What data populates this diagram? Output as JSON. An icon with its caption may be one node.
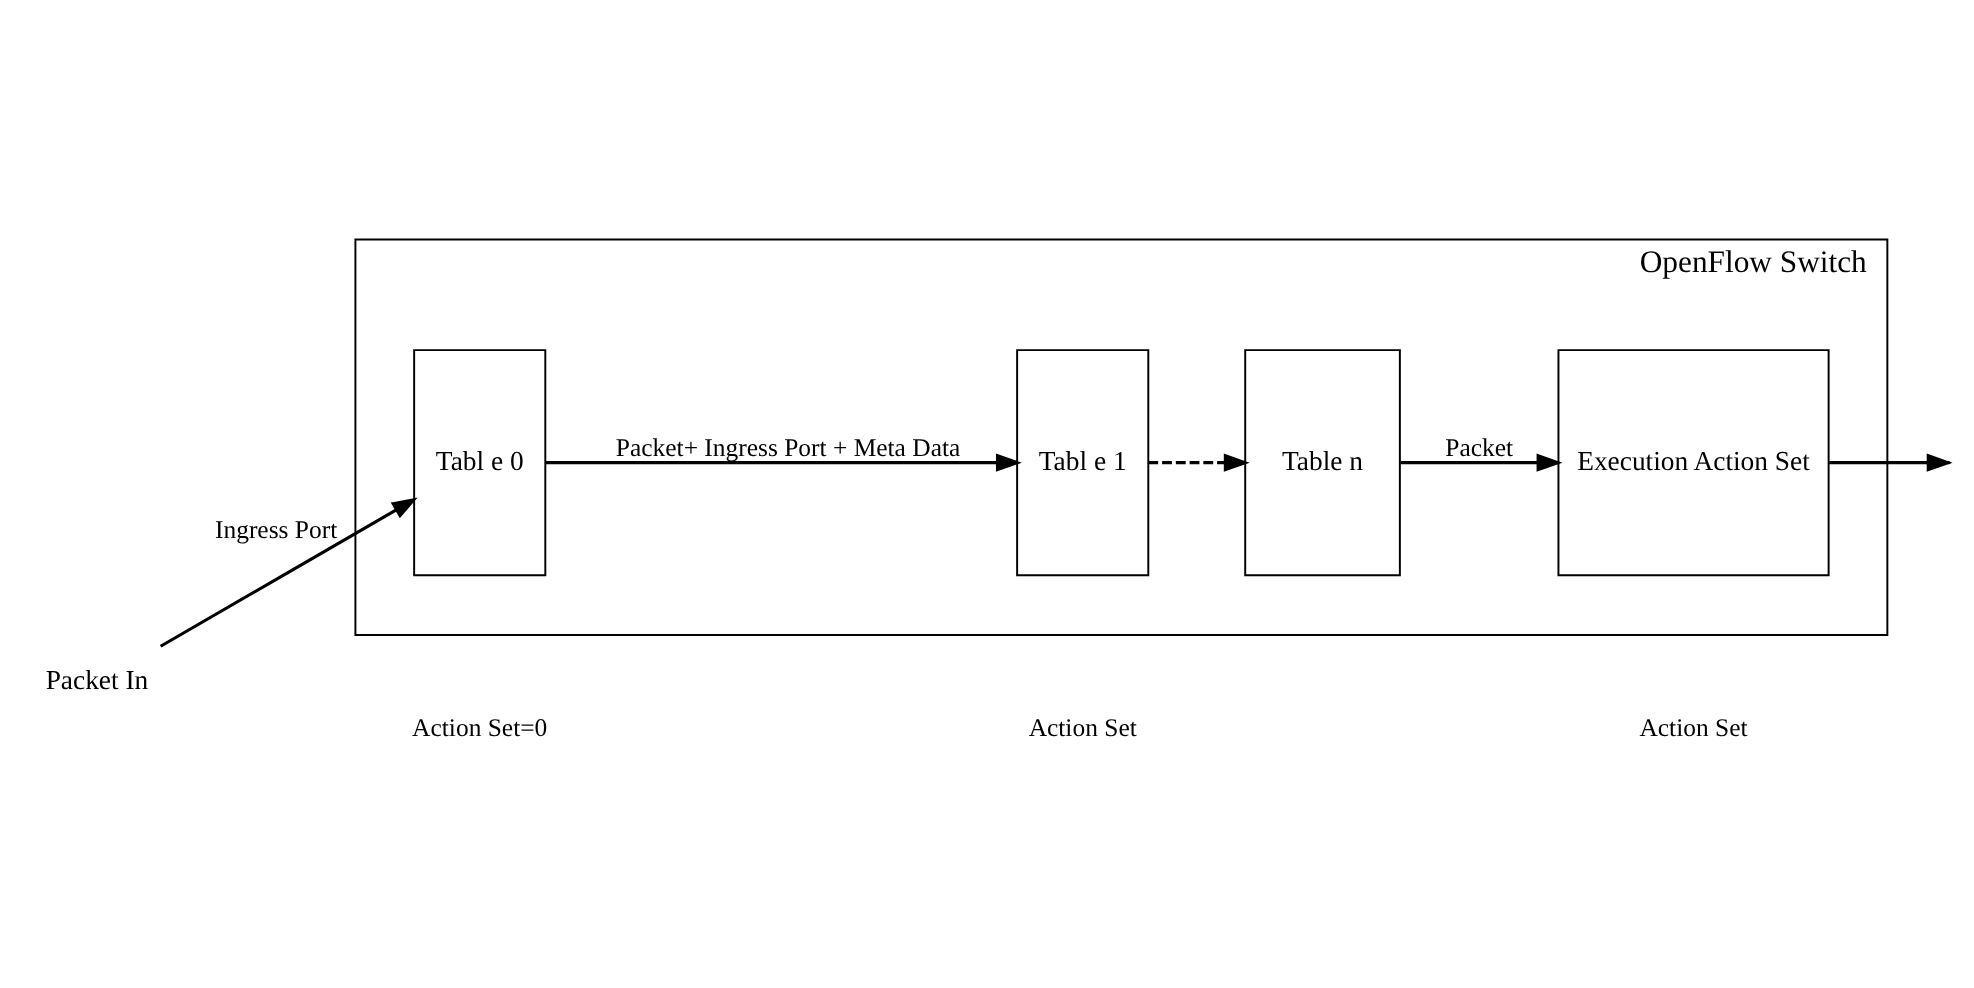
{
  "diagram": {
    "nodes": [
      {
        "text": [
          "OpenFlow Switch"
        ]
      },
      {
        "text": [
          "Packet In"
        ]
      },
      {
        "text": [
          "Tabl e 0"
        ],
        "in": 0
      },
      {
        "text": [
          "Tabl e 1"
        ],
        "in": 0
      },
      {
        "text": [
          "Table n"
        ],
        "in": 0
      },
      {
        "text": [
          "Execution Action Set"
        ],
        "in": 0
      }
    ],
    "edges": [
      {
        "from": 1,
        "to": 2,
        "arrow": "to",
        "label": "Ingress Port"
      },
      {
        "from": 2,
        "to": 3,
        "arrow": "to",
        "label": "Packet+ Ingress Port + Meta Data"
      },
      {
        "from": 3,
        "to": 4,
        "arrow": "to",
        "style": "dashed"
      },
      {
        "from": 4,
        "to": 5,
        "arrow": "to",
        "label": "Packet"
      },
      {
        "from": 5,
        "to": null,
        "arrow": "to"
      }
    ],
    "labels": [
      "Action Set=0",
      "Action Set",
      "Action Set"
    ]
  }
}
